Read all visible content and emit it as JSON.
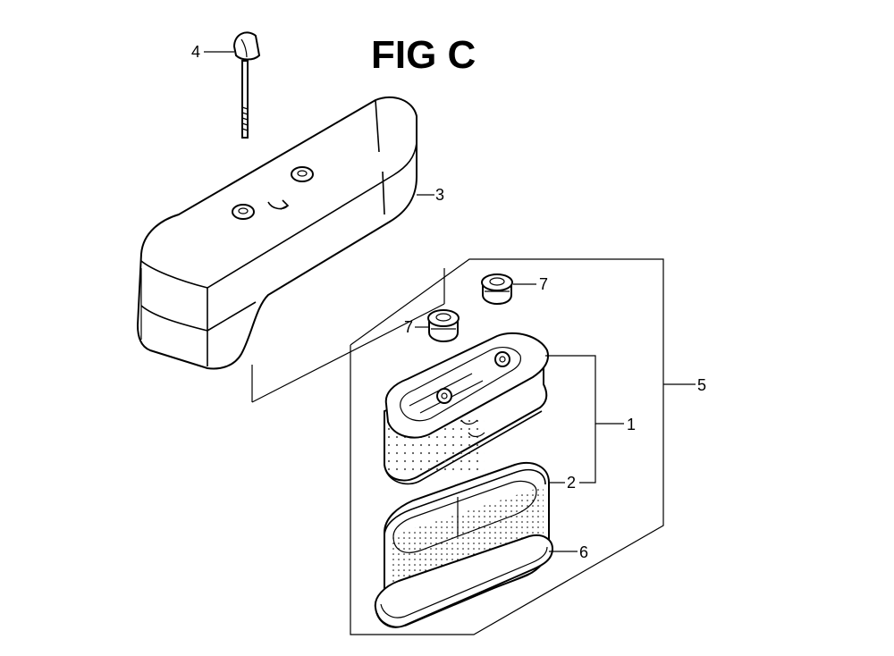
{
  "title": "FIG C",
  "callouts": {
    "c1": "1",
    "c2": "2",
    "c3": "3",
    "c4": "4",
    "c5": "5",
    "c6": "6",
    "c7a": "7",
    "c7b": "7"
  }
}
